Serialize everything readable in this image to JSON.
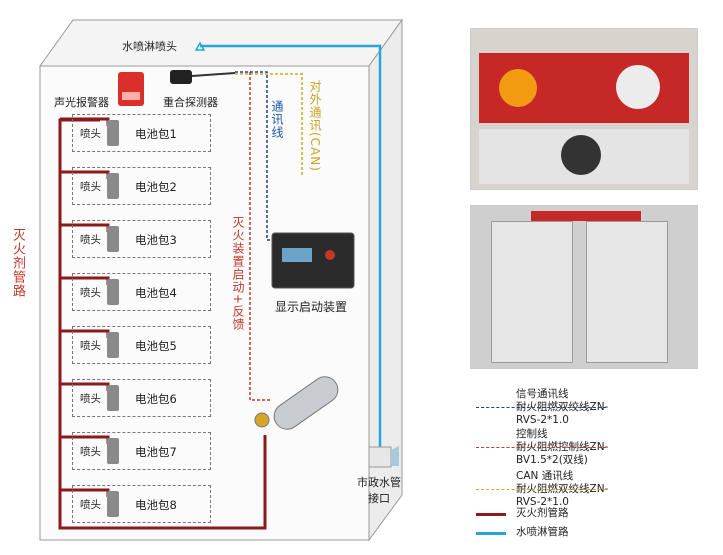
{
  "labels": {
    "sprinkler_head": "水喷淋喷头",
    "alarm": "声光报警器",
    "detector": "重合探测器",
    "comm_line": "通讯线",
    "can_line": "对外通讯(CAN)",
    "pipe_left": "灭火剂管路",
    "trigger_line": "灭火装置启动+反馈",
    "display": "显示启动装置",
    "municipal": "市政水管接口",
    "nozzle": "喷头"
  },
  "batteries": [
    "电池包1",
    "电池包2",
    "电池包3",
    "电池包4",
    "电池包5",
    "电池包6",
    "电池包7",
    "电池包8"
  ],
  "legend": [
    {
      "title": "信号通讯线",
      "desc": "耐火阻燃双绞线ZN-RVS-2*1.0",
      "style": "dash",
      "color": "#1f3f8f"
    },
    {
      "title": "控制线",
      "desc": "耐火阻燃控制线ZN-BV1.5*2(双线)",
      "style": "dash",
      "color": "#c0392b"
    },
    {
      "title": "CAN 通讯线",
      "desc": "耐火阻燃双绞线ZN-RVS-2*1.0",
      "style": "dash",
      "color": "#d4a72c"
    },
    {
      "title": "灭火剂管路",
      "desc": "",
      "style": "solid",
      "color": "#8b1a1a"
    },
    {
      "title": "水喷淋管路",
      "desc": "",
      "style": "solid",
      "color": "#23a6d9"
    }
  ],
  "colors": {
    "pipe": "#8b1a1a",
    "water": "#23a6d9",
    "signal": "#1f3f8f",
    "control": "#c0392b",
    "can": "#d4a72c"
  }
}
